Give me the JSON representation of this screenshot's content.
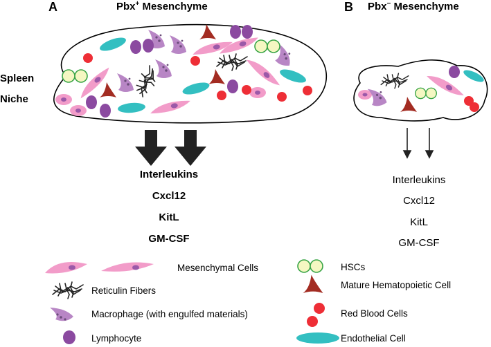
{
  "panel_a": {
    "letter": "A",
    "title_prefix": "Pbx",
    "title_sup": "+",
    "title_suffix": " Mesenchyme",
    "factors": [
      "Interleukins",
      "Cxcl12",
      "KitL",
      "GM-CSF"
    ]
  },
  "panel_b": {
    "letter": "B",
    "title_prefix": "Pbx",
    "title_sup": "−",
    "title_suffix": " Mesenchyme",
    "factors": [
      "Interleukins",
      "Cxcl12",
      "KitL",
      "GM-CSF"
    ]
  },
  "side_label": {
    "line1": "Spleen",
    "line2": "Niche"
  },
  "legend": {
    "mesenchymal": "Mesenchymal Cells",
    "reticulin": "Reticulin Fibers",
    "macrophage": "Macrophage (with engulfed materials)",
    "lymphocyte": "Lymphocyte",
    "hscs": "HSCs",
    "mature": "Mature Hematopoietic Cell",
    "rbc": "Red Blood Cells",
    "endothelial": "Endothelial Cell"
  },
  "colors": {
    "mesenchymal": "#f29cc9",
    "mesenchymal_nucleus": "#9b59a8",
    "reticulin": "#222222",
    "macrophage": "#b886c5",
    "lymphocyte": "#8b4aa0",
    "hsc_fill": "#f5f7c2",
    "hsc_stroke": "#3aa547",
    "mature": "#a32c22",
    "rbc": "#ee2e36",
    "endothelial": "#33bfc1"
  }
}
